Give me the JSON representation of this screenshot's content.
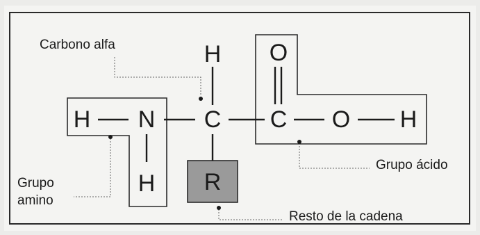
{
  "colors": {
    "ink": "#1a1a1a",
    "paper": "#f4f4f2",
    "r_box_fill": "#9a9a9a"
  },
  "atoms": {
    "h_left": "H",
    "n": "N",
    "h_below_n": "H",
    "h_top": "H",
    "c_alpha": "C",
    "r": "R",
    "c_acid": "C",
    "o_top": "O",
    "o_right": "O",
    "h_right": "H"
  },
  "labels": {
    "carbono_alfa": "Carbono alfa",
    "grupo_amino_line1": "Grupo",
    "grupo_amino_line2": "amino",
    "grupo_acido": "Grupo ácido",
    "resto_cadena": "Resto de la cadena"
  }
}
